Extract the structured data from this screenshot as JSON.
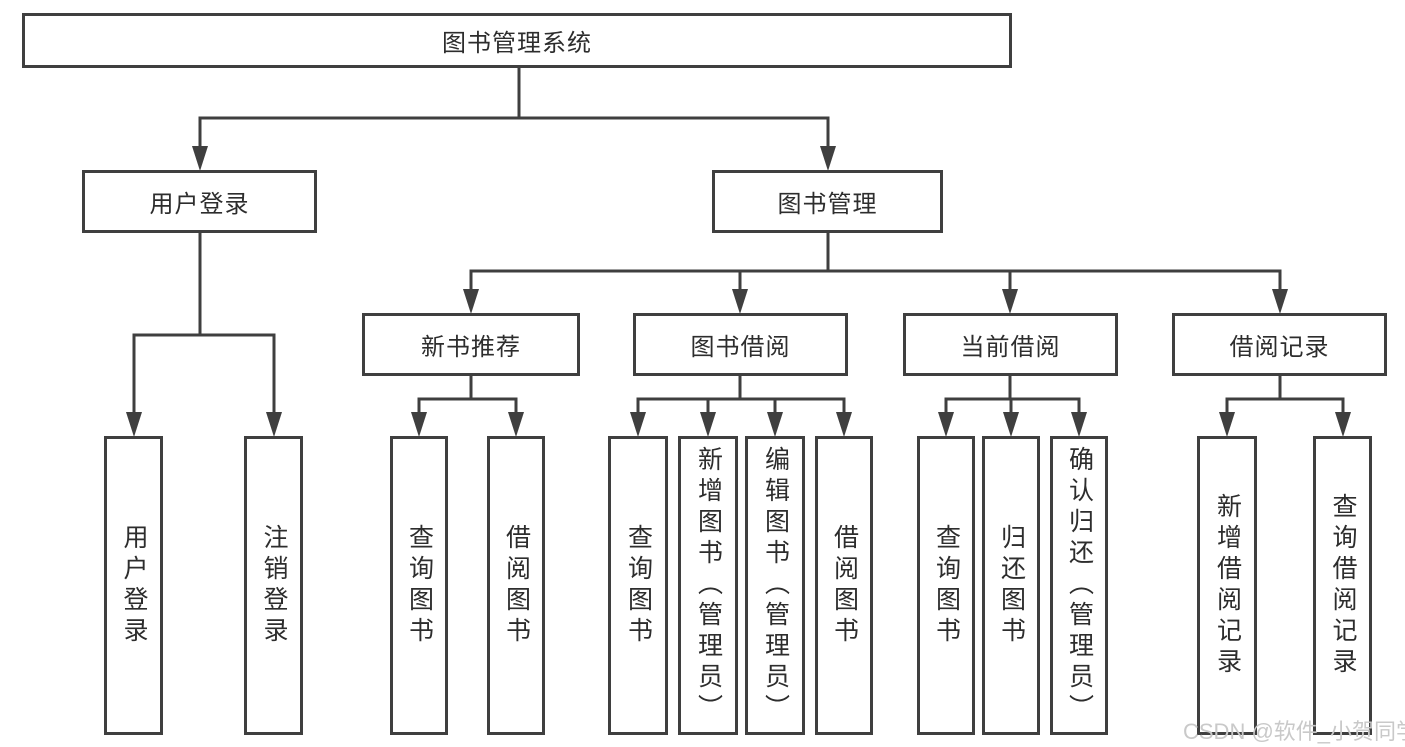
{
  "tree": {
    "label": "图书管理系统",
    "children": [
      {
        "label": "用户登录",
        "children": [
          {
            "label": "用户登录"
          },
          {
            "label": "注销登录"
          }
        ]
      },
      {
        "label": "图书管理",
        "children": [
          {
            "label": "新书推荐",
            "children": [
              {
                "label": "查询图书"
              },
              {
                "label": "借阅图书"
              }
            ]
          },
          {
            "label": "图书借阅",
            "children": [
              {
                "label": "查询图书"
              },
              {
                "label": "新增图书（管理员）"
              },
              {
                "label": "编辑图书（管理员）"
              },
              {
                "label": "借阅图书"
              }
            ]
          },
          {
            "label": "当前借阅",
            "children": [
              {
                "label": "查询图书"
              },
              {
                "label": "归还图书"
              },
              {
                "label": "确认归还（管理员）"
              }
            ]
          },
          {
            "label": "借阅记录",
            "children": [
              {
                "label": "新增借阅记录"
              },
              {
                "label": "查询借阅记录"
              }
            ]
          }
        ]
      }
    ]
  },
  "watermark": "CSDN @软件_小贺同学",
  "colors": {
    "line": "#3f3f3f",
    "text": "#2d2d2d",
    "watermark": "#c9c9c9",
    "background": "#ffffff"
  }
}
